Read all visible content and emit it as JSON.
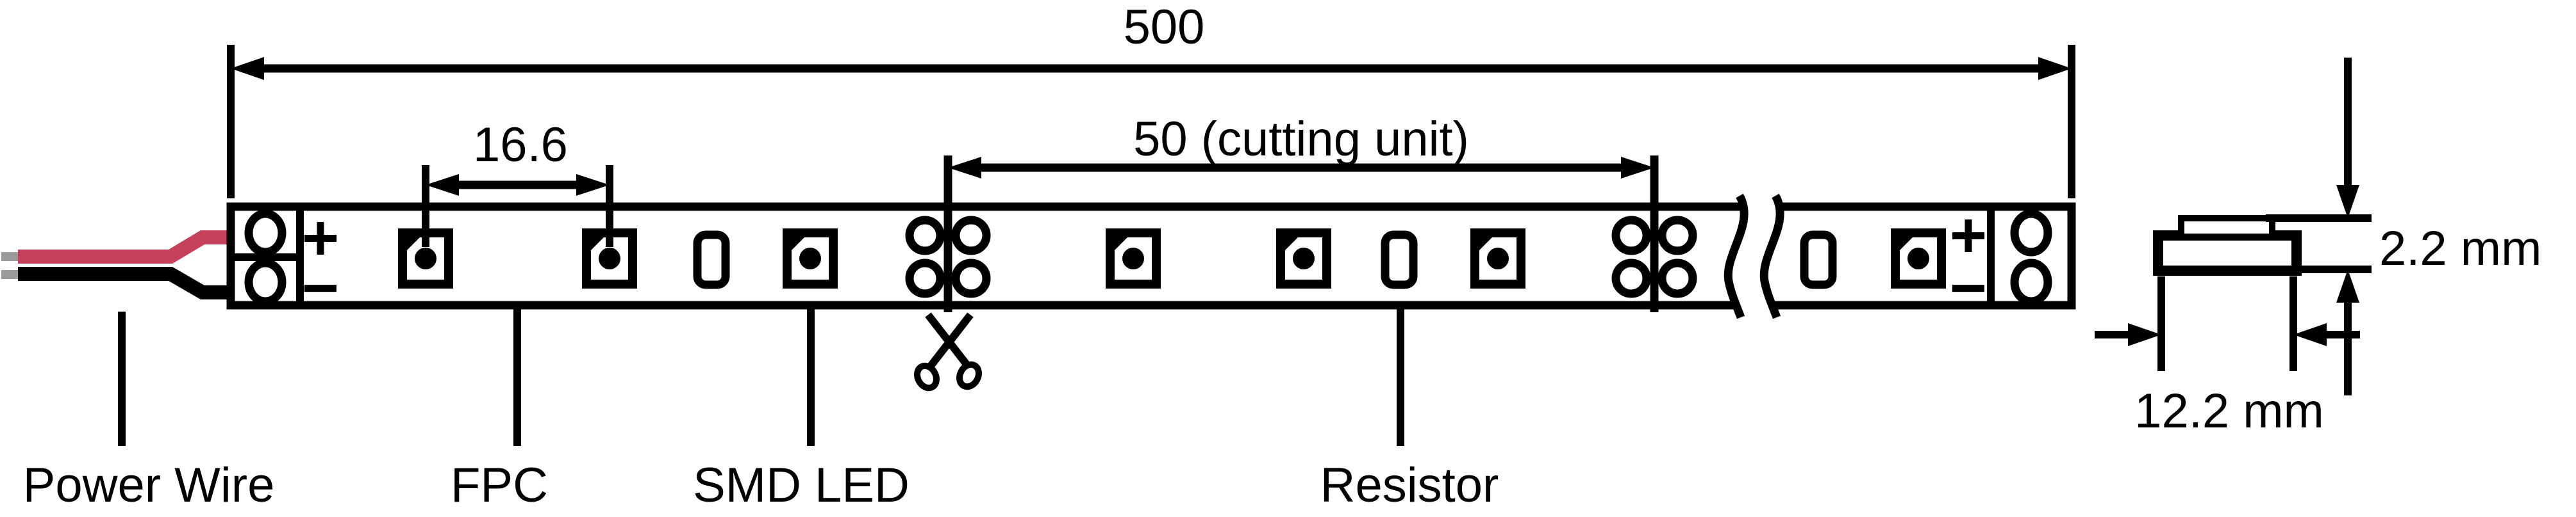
{
  "diagram_type": "LED strip technical dimension drawing",
  "dimensions": {
    "total_length": "500",
    "led_pitch": "16.6",
    "cutting_unit": "50 (cutting unit)",
    "section_height": "2.2 mm",
    "section_width": "12.2 mm"
  },
  "labels": {
    "power_wire": "Power Wire",
    "fpc": "FPC",
    "smd_led": "SMD LED",
    "resistor": "Resistor"
  },
  "polarity": {
    "plus": "+",
    "minus": "−"
  },
  "colors": {
    "line": "#000000",
    "background": "#ffffff",
    "positive_wire_red": "#c5405a",
    "negative_wire_black": "#000000",
    "wire_tip_gray": "#9a9a9a"
  },
  "icons": {
    "scissors": "scissors-icon",
    "strip_break": "break-icon"
  },
  "counts": {
    "leds_visible": 7,
    "resistors_visible": 3,
    "cut_points_visible": 2,
    "solder_pads_per_end": 2
  }
}
